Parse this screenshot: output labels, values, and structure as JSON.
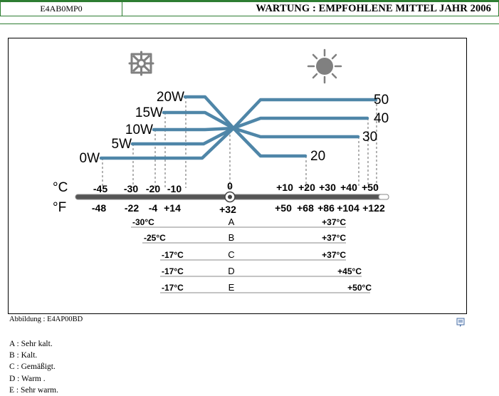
{
  "header": {
    "code": "E4AB0MP0",
    "title": "WARTUNG : EMPFOHLENE MITTEL JAHR 2006"
  },
  "figure": {
    "cold_icon": "snowflake-icon",
    "warm_icon": "sun-icon",
    "winter_grades": [
      "20W",
      "15W",
      "10W",
      "5W",
      "0W"
    ],
    "summer_grades": [
      "50",
      "40",
      "30",
      "20"
    ],
    "celsius_unit": "°C",
    "fahrenheit_unit": "°F",
    "celsius_ticks": [
      "-45",
      "-30",
      "-20",
      "-10",
      "0",
      "+10",
      "+20",
      "+30",
      "+40",
      "+50"
    ],
    "fahrenheit_ticks": [
      "-48",
      "-22",
      "-4",
      "+14",
      "+32",
      "+50",
      "+68",
      "+86",
      "+104",
      "+122"
    ],
    "climate_rows": [
      {
        "letter": "A",
        "min": "-30°C",
        "max": "+37°C"
      },
      {
        "letter": "B",
        "min": "-25°C",
        "max": "+37°C"
      },
      {
        "letter": "C",
        "min": "-17°C",
        "max": "+37°C"
      },
      {
        "letter": "D",
        "min": "-17°C",
        "max": "+45°C"
      },
      {
        "letter": "E",
        "min": "-17°C",
        "max": "+50°C"
      }
    ],
    "colors": {
      "lines": "#4f86a8",
      "bar": "#555555",
      "icons": "#808080"
    }
  },
  "caption": "Abbildung : E4AP00BD",
  "print_icon": "print-icon",
  "legend": [
    "A : Sehr kalt.",
    "B : Kalt.",
    "C : Gemäßigt.",
    "D : Warm .",
    "E : Sehr warm."
  ]
}
